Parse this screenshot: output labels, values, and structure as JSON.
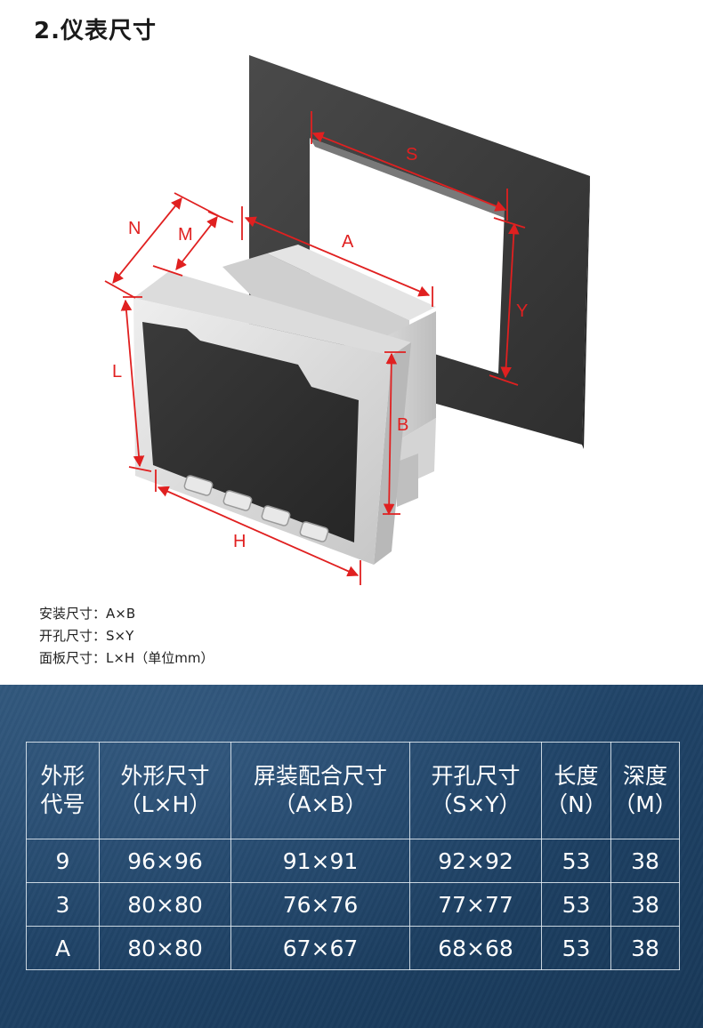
{
  "title": "2.仪表尺寸",
  "diagram": {
    "labels": {
      "S": "S",
      "Y": "Y",
      "N": "N",
      "M": "M",
      "A": "A",
      "L": "L",
      "B": "B",
      "H": "H"
    },
    "colors": {
      "dimension": "#e02020",
      "frame": "#3d3d3d",
      "bezel": "#d8d8d8",
      "screen": "#2f2f2f"
    }
  },
  "notes": [
    "安装尺寸：A×B",
    "开孔尺寸：S×Y",
    "面板尺寸：L×H（单位mm）"
  ],
  "table": {
    "headers": [
      [
        "外形",
        "代号"
      ],
      [
        "外形尺寸",
        "（L×H）"
      ],
      [
        "屏装配合尺寸",
        "（A×B）"
      ],
      [
        "开孔尺寸",
        "（S×Y）"
      ],
      [
        "长度",
        "（N）"
      ],
      [
        "深度",
        "（M）"
      ]
    ],
    "rows": [
      [
        "9",
        "96×96",
        "91×91",
        "92×92",
        "53",
        "38"
      ],
      [
        "3",
        "80×80",
        "76×76",
        "77×77",
        "53",
        "38"
      ],
      [
        "A",
        "80×80",
        "67×67",
        "68×68",
        "53",
        "38"
      ]
    ]
  }
}
